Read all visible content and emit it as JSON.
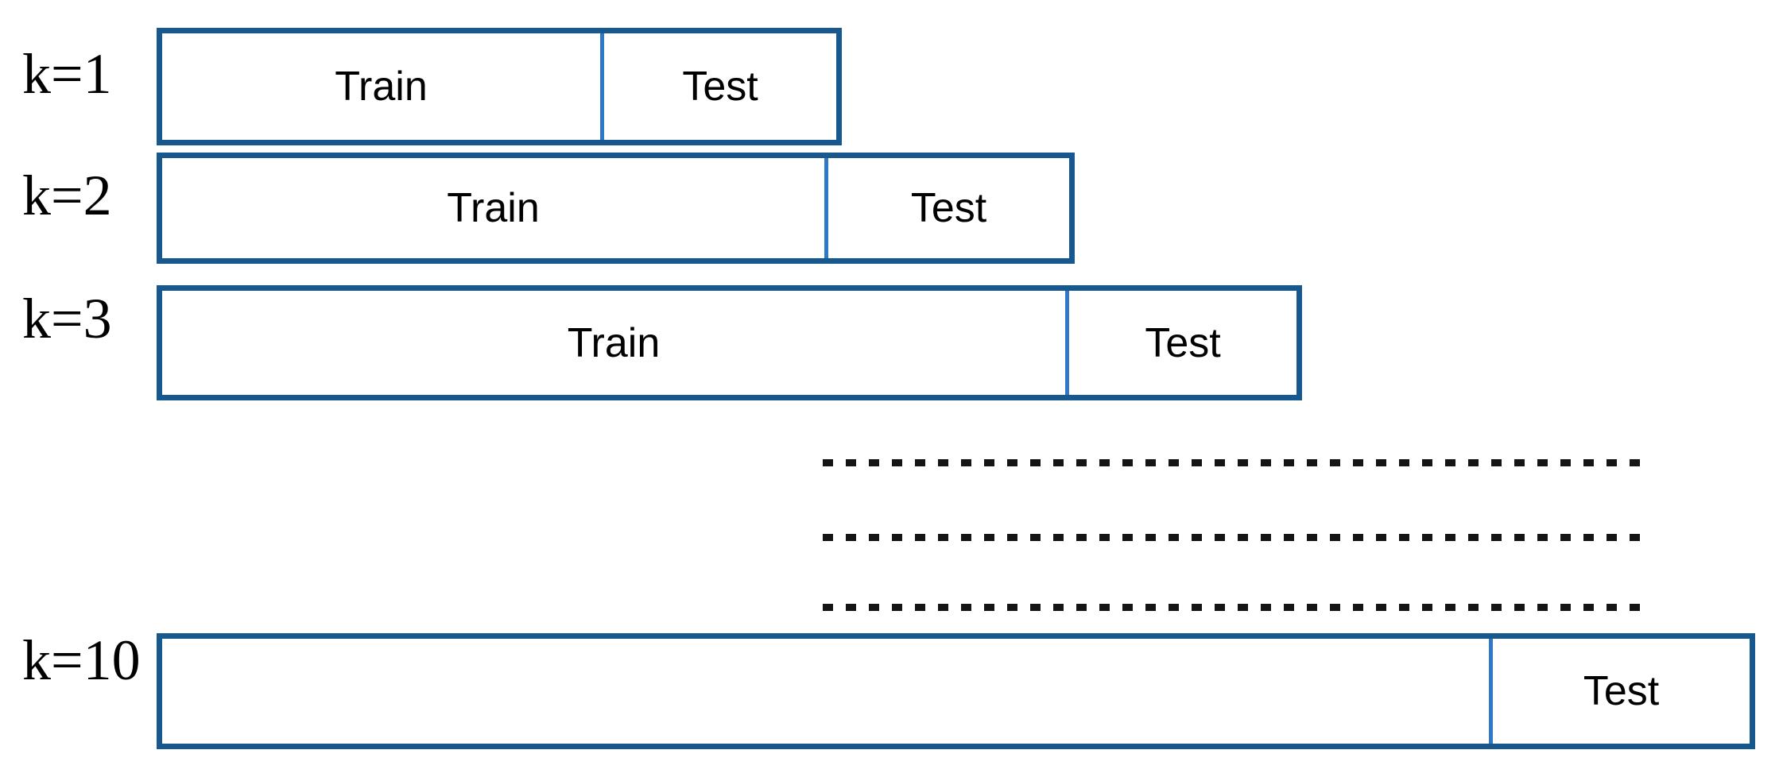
{
  "colors": {
    "box_border": "#17598f",
    "divider": "#2e78c5",
    "text": "#000000",
    "background": "#ffffff",
    "dotted_line": "#151515"
  },
  "rows": [
    {
      "label": "k=1",
      "train_label": "Train",
      "test_label": "Test"
    },
    {
      "label": "k=2",
      "train_label": "Train",
      "test_label": "Test"
    },
    {
      "label": "k=3",
      "train_label": "Train",
      "test_label": "Test"
    },
    {
      "label": "k=10",
      "train_label": "",
      "test_label": "Test"
    }
  ],
  "dotted_lines_count": 3
}
